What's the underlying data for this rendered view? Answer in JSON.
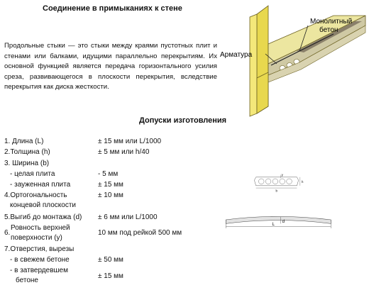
{
  "section1": {
    "title": "Соединение в примыканиях к стене",
    "paragraph": "Продольные стыки — это стыки между краями пустотных плит и стенами или балками, идущими параллельно перекрытиям. Их основной функцией является передача горизонтального усилия среза, развивающегося в плоскости перекрытия, вследствие перекрытия как диска жесткости."
  },
  "figure1": {
    "label_concrete_line1": "Монолитный",
    "label_concrete_line2": "бетон",
    "label_rebar": "Арматура"
  },
  "section2": {
    "title": "Допуски изготовления",
    "rows": {
      "r1": {
        "name": "1. Длина (L)",
        "value": "± 15 мм или L/1000"
      },
      "r2": {
        "name": "2.Толщина (h)",
        "value": "± 5 мм или h/40"
      },
      "r3": {
        "name": "3. Ширина (b)",
        "value": ""
      },
      "r3a": {
        "name": "- целая плита",
        "value": "- 5 мм"
      },
      "r3b": {
        "name": "- зауженная плита",
        "value": "± 15 мм"
      },
      "r4": {
        "name_line1": "4.Ортогональность",
        "name_line2": "концевой плоскости",
        "value": "± 10 мм"
      },
      "r5": {
        "name": "5.Выгиб до монтажа (d)",
        "value": "± 6 мм или L/1000"
      },
      "r6": {
        "num": "6.",
        "name_line1": "Ровность верхней",
        "name_line2": "поверхности (у)",
        "value": "10 мм под рейкой 500 мм"
      },
      "r7": {
        "name": "7.Отверстия, вырезы",
        "value": ""
      },
      "r7a": {
        "name": "- в свежем бетоне",
        "value": "± 50 мм"
      },
      "r7b": {
        "name_line1": "- в затвердевшем",
        "name_line2": "бетоне",
        "value": "± 15 мм"
      }
    }
  },
  "figure2": {
    "label_y": "y",
    "label_h": "h",
    "label_b": "b"
  },
  "figure3": {
    "label_L": "L",
    "label_d": "d"
  },
  "colors": {
    "wall": "#f2e46a",
    "slab": "#c8c4a8",
    "concrete": "#8a806a"
  }
}
